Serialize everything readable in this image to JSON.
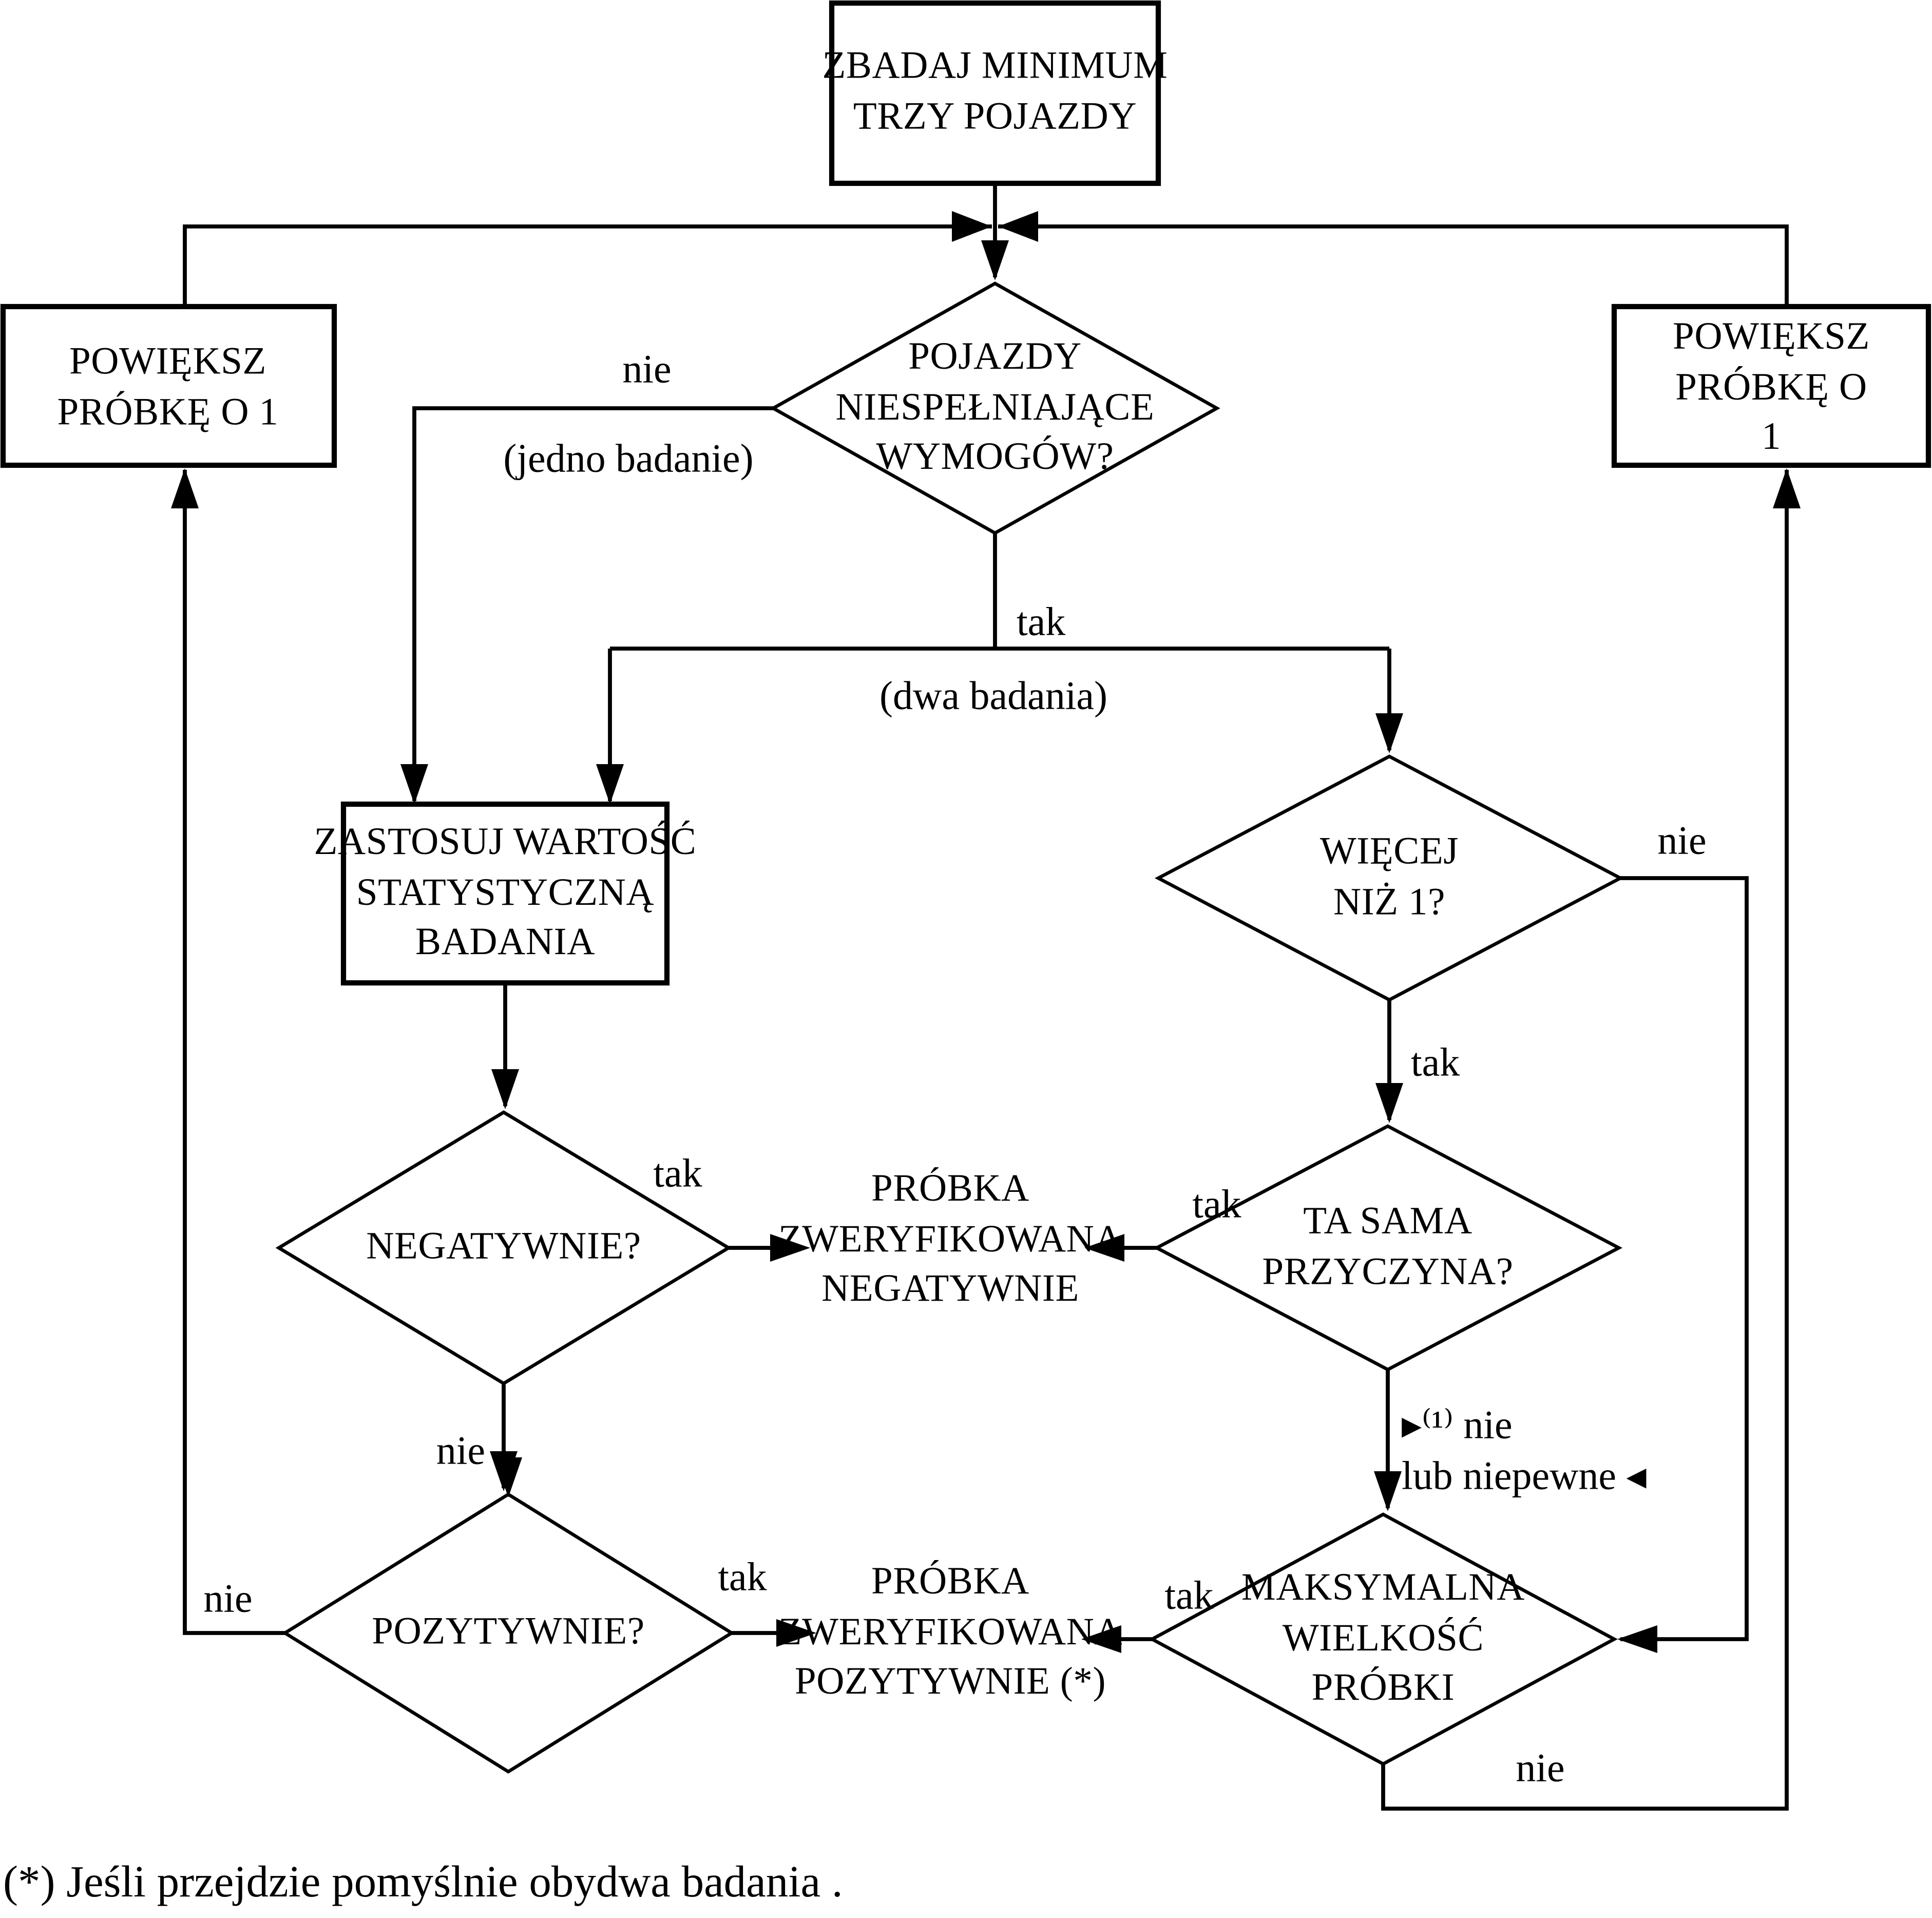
{
  "diagram": {
    "title_domain": "flowchart",
    "nodes": {
      "start": {
        "label": "ZBADAJ MINIMUM\nTRZY POJAZDY"
      },
      "vehicles_failing": {
        "label": "POJAZDY\nNIESPEŁNIAJĄCE\nWYMOGÓW?"
      },
      "enlarge_sample_left": {
        "label": "POWIĘKSZ\nPRÓBKĘ O 1"
      },
      "enlarge_sample_right": {
        "label": "POWIĘKSZ\nPRÓBKĘ O 1"
      },
      "apply_statistic": {
        "label": "ZASTOSUJ WARTOŚĆ\nSTATYSTYCZNĄ\nBADANIA"
      },
      "more_than_one": {
        "label": "WIĘCEJ\nNIŻ 1?"
      },
      "negative": {
        "label": "NEGATYWNIE?"
      },
      "same_cause": {
        "label": "TA SAMA\nPRZYCZYNA?"
      },
      "sample_verified_negative": {
        "label": "PRÓBKA\nZWERYFIKOWANA\nNEGATYWNIE"
      },
      "positive": {
        "label": "POZYTYWNIE?"
      },
      "sample_verified_positive": {
        "label": "PRÓBKA\nZWERYFIKOWANA\nPOZYTYWNIE (*)"
      },
      "max_sample_size": {
        "label": "MAKSYMALNA\nWIELKOŚĆ\nPRÓBKI"
      }
    },
    "edge_labels": {
      "pojazdy_nie": "nie",
      "pojazdy_nie_note": "(jedno badanie)",
      "pojazdy_tak": "tak",
      "pojazdy_tak_note": "(dwa badania)",
      "wiecej_nie": "nie",
      "wiecej_tak": "tak",
      "negatywnie_tak": "tak",
      "tasama_tak": "tak",
      "tasama_nie": "▸⁽¹⁾ nie\nlub niepewne ◂",
      "negatywnie_nie": "nie",
      "pozytywnie_nie": "nie",
      "pozytywnie_tak": "tak",
      "maksymalna_tak": "tak",
      "maksymalna_nie": "nie"
    },
    "footnote": "(*) Jeśli przejdzie pomyślnie obydwa badania ."
  }
}
